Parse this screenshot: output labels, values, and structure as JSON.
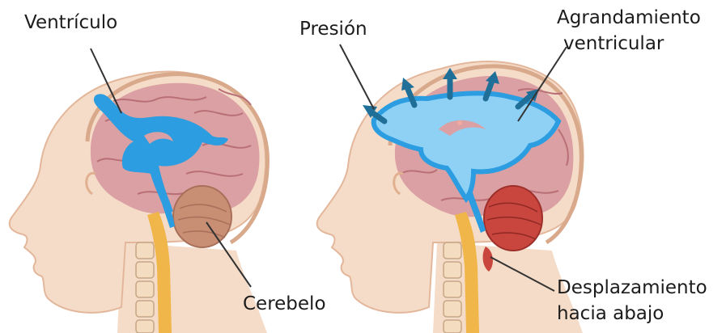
{
  "labels": {
    "ventricle": "Ventrículo",
    "cerebellum": "Cerebelo",
    "pressure": "Presión",
    "ventricular_enlargement_line1": "Agrandamiento",
    "ventricular_enlargement_line2": "ventricular",
    "downward_displacement_line1": "Desplazamiento",
    "downward_displacement_line2": "hacia abajo"
  },
  "colors": {
    "skin": "#f5dcc8",
    "skin_shade": "#e8c1a6",
    "brain": "#dba0a3",
    "brain_fold": "#b86f76",
    "ventricle": "#2b9de0",
    "ventricle_enlarged": "#8fd0f5",
    "arrow": "#1f6f99",
    "cerebellum": "#c98f75",
    "cerebellum_displaced": "#c9463e",
    "spinal_cord": "#f0b64a",
    "leader_line": "#333333"
  }
}
